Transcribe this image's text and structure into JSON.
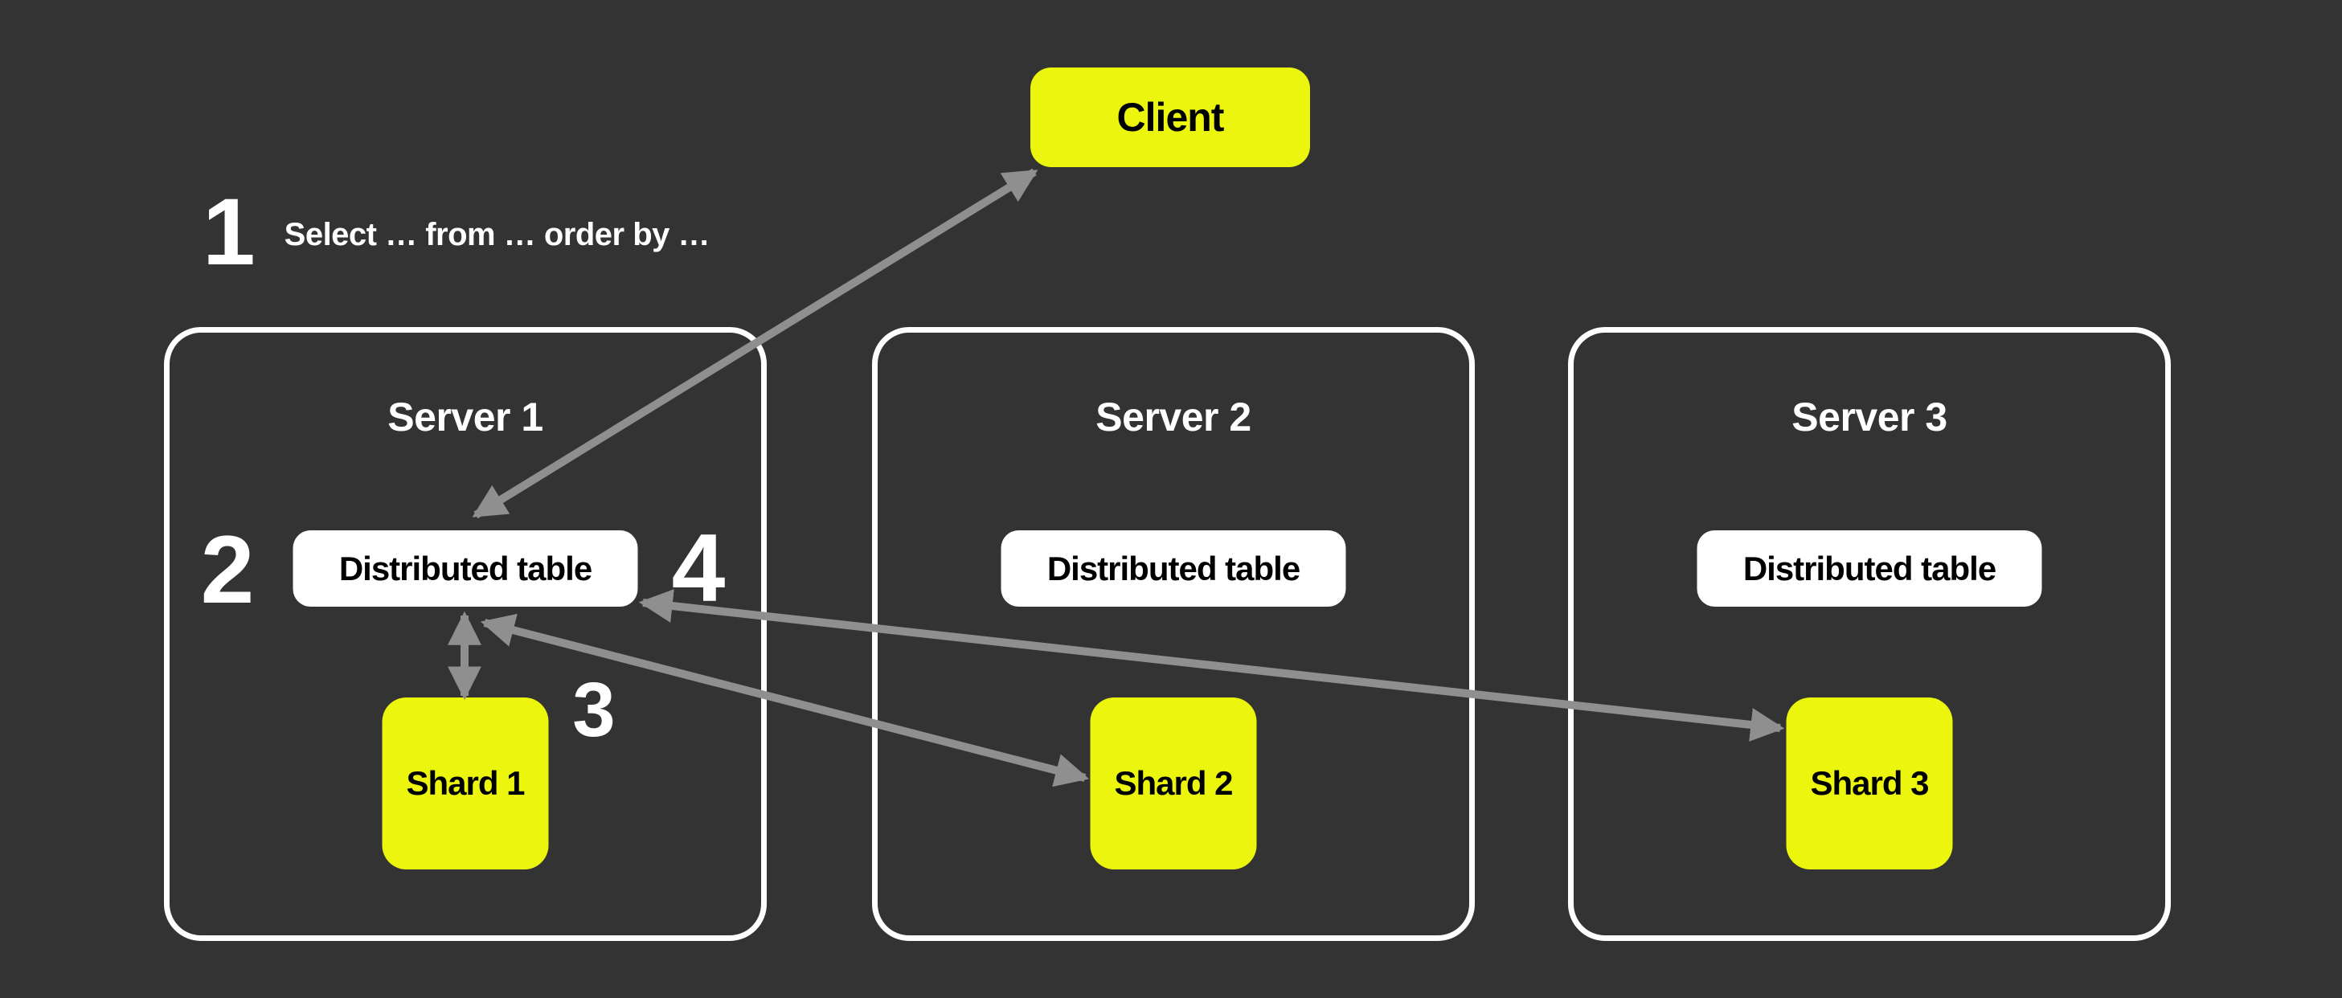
{
  "colors": {
    "background": "#333333",
    "box_yellow": "#EBF50E",
    "box_white": "#FFFFFF",
    "arrow_gray": "#8F8F8F",
    "text_light": "#FFFFFF",
    "text_dark": "#000000"
  },
  "client": {
    "label": "Client"
  },
  "annotations": {
    "step1_number": "1",
    "step1_text": "Select … from … order by …",
    "step2_number": "2",
    "step3_number": "3",
    "step4_number": "4"
  },
  "servers": [
    {
      "title": "Server 1",
      "table_label": "Distributed table",
      "shard_label": "Shard 1"
    },
    {
      "title": "Server 2",
      "table_label": "Distributed table",
      "shard_label": "Shard 2"
    },
    {
      "title": "Server 3",
      "table_label": "Distributed table",
      "shard_label": "Shard 3"
    }
  ]
}
